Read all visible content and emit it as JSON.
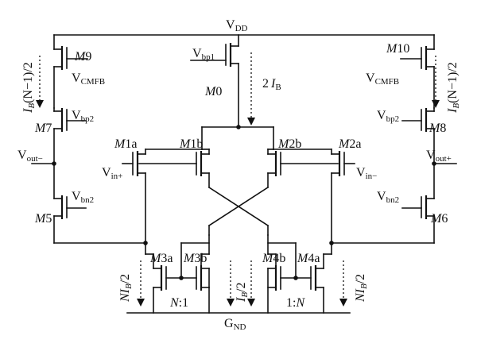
{
  "rails": {
    "vdd": {
      "main": "V",
      "sub": "DD"
    },
    "gnd": {
      "main": "G",
      "sub": "ND"
    }
  },
  "transistors": {
    "m0": {
      "name": "M",
      "num": "0"
    },
    "m1a": {
      "name": "M",
      "num": "1a"
    },
    "m1b": {
      "name": "M",
      "num": "1b"
    },
    "m2a": {
      "name": "M",
      "num": "2a"
    },
    "m2b": {
      "name": "M",
      "num": "2b"
    },
    "m3a": {
      "name": "M",
      "num": "3a"
    },
    "m3b": {
      "name": "M",
      "num": "3b"
    },
    "m4a": {
      "name": "M",
      "num": "4a"
    },
    "m4b": {
      "name": "M",
      "num": "4b"
    },
    "m5": {
      "name": "M",
      "num": "5"
    },
    "m6": {
      "name": "M",
      "num": "6"
    },
    "m7": {
      "name": "M",
      "num": "7"
    },
    "m8": {
      "name": "M",
      "num": "8"
    },
    "m9": {
      "name": "M",
      "num": "9"
    },
    "m10": {
      "name": "M",
      "num": "10"
    }
  },
  "gate_labels": {
    "vbp1": {
      "main": "V",
      "sub": "bp1"
    },
    "vbp2_l": {
      "main": "V",
      "sub": "bp2"
    },
    "vbp2_r": {
      "main": "V",
      "sub": "bp2"
    },
    "vbn2_l": {
      "main": "V",
      "sub": "bn2"
    },
    "vbn2_r": {
      "main": "V",
      "sub": "bn2"
    },
    "vcmfb_l": {
      "main": "V",
      "sub": "CMFB"
    },
    "vcmfb_r": {
      "main": "V",
      "sub": "CMFB"
    },
    "vin_plus": {
      "main": "V",
      "sub": "in+"
    },
    "vin_minus": {
      "main": "V",
      "sub": "in−"
    }
  },
  "outputs": {
    "vout_minus": {
      "main": "V",
      "sub": "out−"
    },
    "vout_plus": {
      "main": "V",
      "sub": "out+"
    }
  },
  "currents": {
    "two_ib": {
      "coef": "2",
      "main": "I",
      "sub": "B"
    },
    "ib_n1_l": {
      "main": "I",
      "sub": "B",
      "tail": "(N−1)/2"
    },
    "ib_n1_r": {
      "main": "I",
      "sub": "B",
      "tail": "(N−1)/2"
    },
    "nib_l": {
      "coef": "N",
      "main": "I",
      "sub": "B",
      "tail": "/2"
    },
    "nib_r": {
      "coef": "N",
      "main": "I",
      "sub": "B",
      "tail": "/2"
    },
    "ib_half": {
      "main": "I",
      "sub": "B",
      "tail": "/2"
    }
  },
  "ratios": {
    "left": {
      "a": "N",
      "b": ":1"
    },
    "right": {
      "a": "1:",
      "b": "N"
    }
  }
}
